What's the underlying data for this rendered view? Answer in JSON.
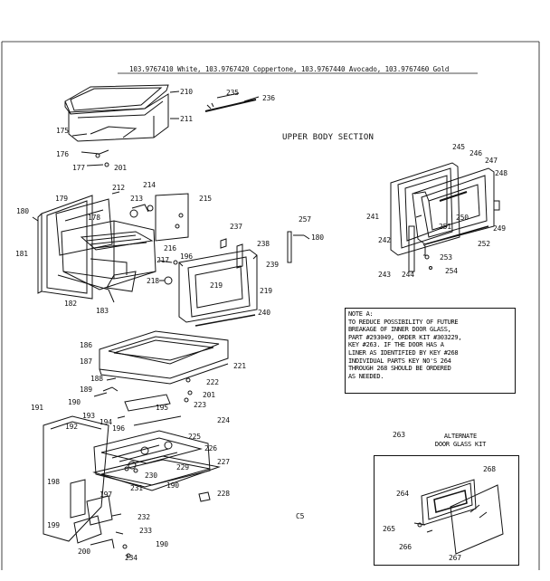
{
  "header": {
    "models_line": "103.9767410 White, 103.9767420 Coppertone, 103.9767440 Avocado, 103.9767460 Gold"
  },
  "section_title": "UPPER BODY SECTION",
  "note": {
    "lines": [
      "NOTE A:",
      "TO REDUCE POSSIBILITY OF FUTURE",
      "BREAKAGE OF INNER DOOR GLASS,",
      "PART #293049, ORDER KIT #303229,",
      "KEY #263. IF THE DOOR HAS A",
      "LINER AS IDENTIFIED BY KEY #268",
      "INDIVIDUAL PARTS KEY NO'S 264",
      "THROUGH 268 SHOULD BE ORDERED",
      "AS NEEDED."
    ]
  },
  "alternate_kit": {
    "title_line1": "ALTERNATE",
    "title_line2": "DOOR GLASS KIT",
    "key": "263"
  },
  "page_code": "C5",
  "callouts": {
    "c210": "210",
    "c211": "211",
    "c235": "235",
    "c236": "236",
    "c175": "175",
    "c176": "176",
    "c177": "177",
    "c201a": "201",
    "c179": "179",
    "c212": "212",
    "c213": "213",
    "c214": "214",
    "c215": "215",
    "c180a": "180",
    "c178": "178",
    "c181": "181",
    "c216": "216",
    "c217": "217",
    "c196a": "196",
    "c218": "218",
    "c182": "182",
    "c183": "183",
    "c237": "237",
    "c238": "238",
    "c257": "257",
    "c180b": "180",
    "c239": "239",
    "c219a": "219",
    "c219b": "219",
    "c240": "240",
    "c245": "245",
    "c246": "246",
    "c247": "247",
    "c248": "248",
    "c241": "241",
    "c251": "251",
    "c250": "250",
    "c249": "249",
    "c242": "242",
    "c252": "252",
    "c253": "253",
    "c243": "243",
    "c244": "244",
    "c254": "254",
    "c186": "186",
    "c187": "187",
    "c221": "221",
    "c188": "188",
    "c222": "222",
    "c189": "189",
    "c201b": "201",
    "c190a": "190",
    "c223": "223",
    "c193": "193",
    "c195": "195",
    "c194": "194",
    "c191": "191",
    "c224": "224",
    "c192": "192",
    "c225": "225",
    "c226": "226",
    "c227": "227",
    "c228": "228",
    "c229": "229",
    "c230": "230",
    "c231": "231",
    "c190b": "190",
    "c198": "198",
    "c197": "197",
    "c199": "199",
    "c232": "232",
    "c233": "233",
    "c200": "200",
    "c234": "234",
    "c190c": "190",
    "c264": "264",
    "c268": "268",
    "c265": "265",
    "c266": "266",
    "c267": "267"
  }
}
